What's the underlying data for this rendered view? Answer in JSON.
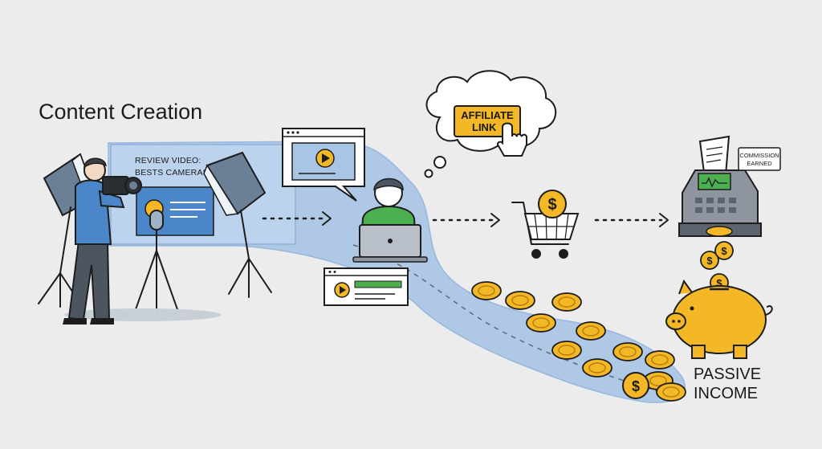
{
  "title": "Content Creation",
  "video_card": {
    "line1": "REVIEW VIDEO:",
    "line2": "BESTS CAMERAS"
  },
  "affiliate": {
    "line1": "AFFILIATE",
    "line2": "LINK"
  },
  "register": {
    "line1": "COMMISSION",
    "line2": "EARNED"
  },
  "passive": {
    "line1": "PASSIVE",
    "line2": "INCOME"
  },
  "currency_symbol": "$",
  "colors": {
    "background": "#ececec",
    "stream": "#a9c5e6",
    "stream_dark": "#8fb2dc",
    "coin": "#f4b726",
    "green": "#4caf50",
    "shirt": "#4a86c8",
    "ink": "#1d1d1d"
  },
  "icons": [
    "videographer-icon",
    "softbox-light-icon",
    "microphone-icon",
    "video-player-icon",
    "viewer-laptop-icon",
    "thought-cloud-icon",
    "cursor-hand-icon",
    "shopping-cart-icon",
    "cash-register-icon",
    "receipt-icon",
    "coin-icon",
    "piggy-bank-icon",
    "arrow-icon"
  ]
}
